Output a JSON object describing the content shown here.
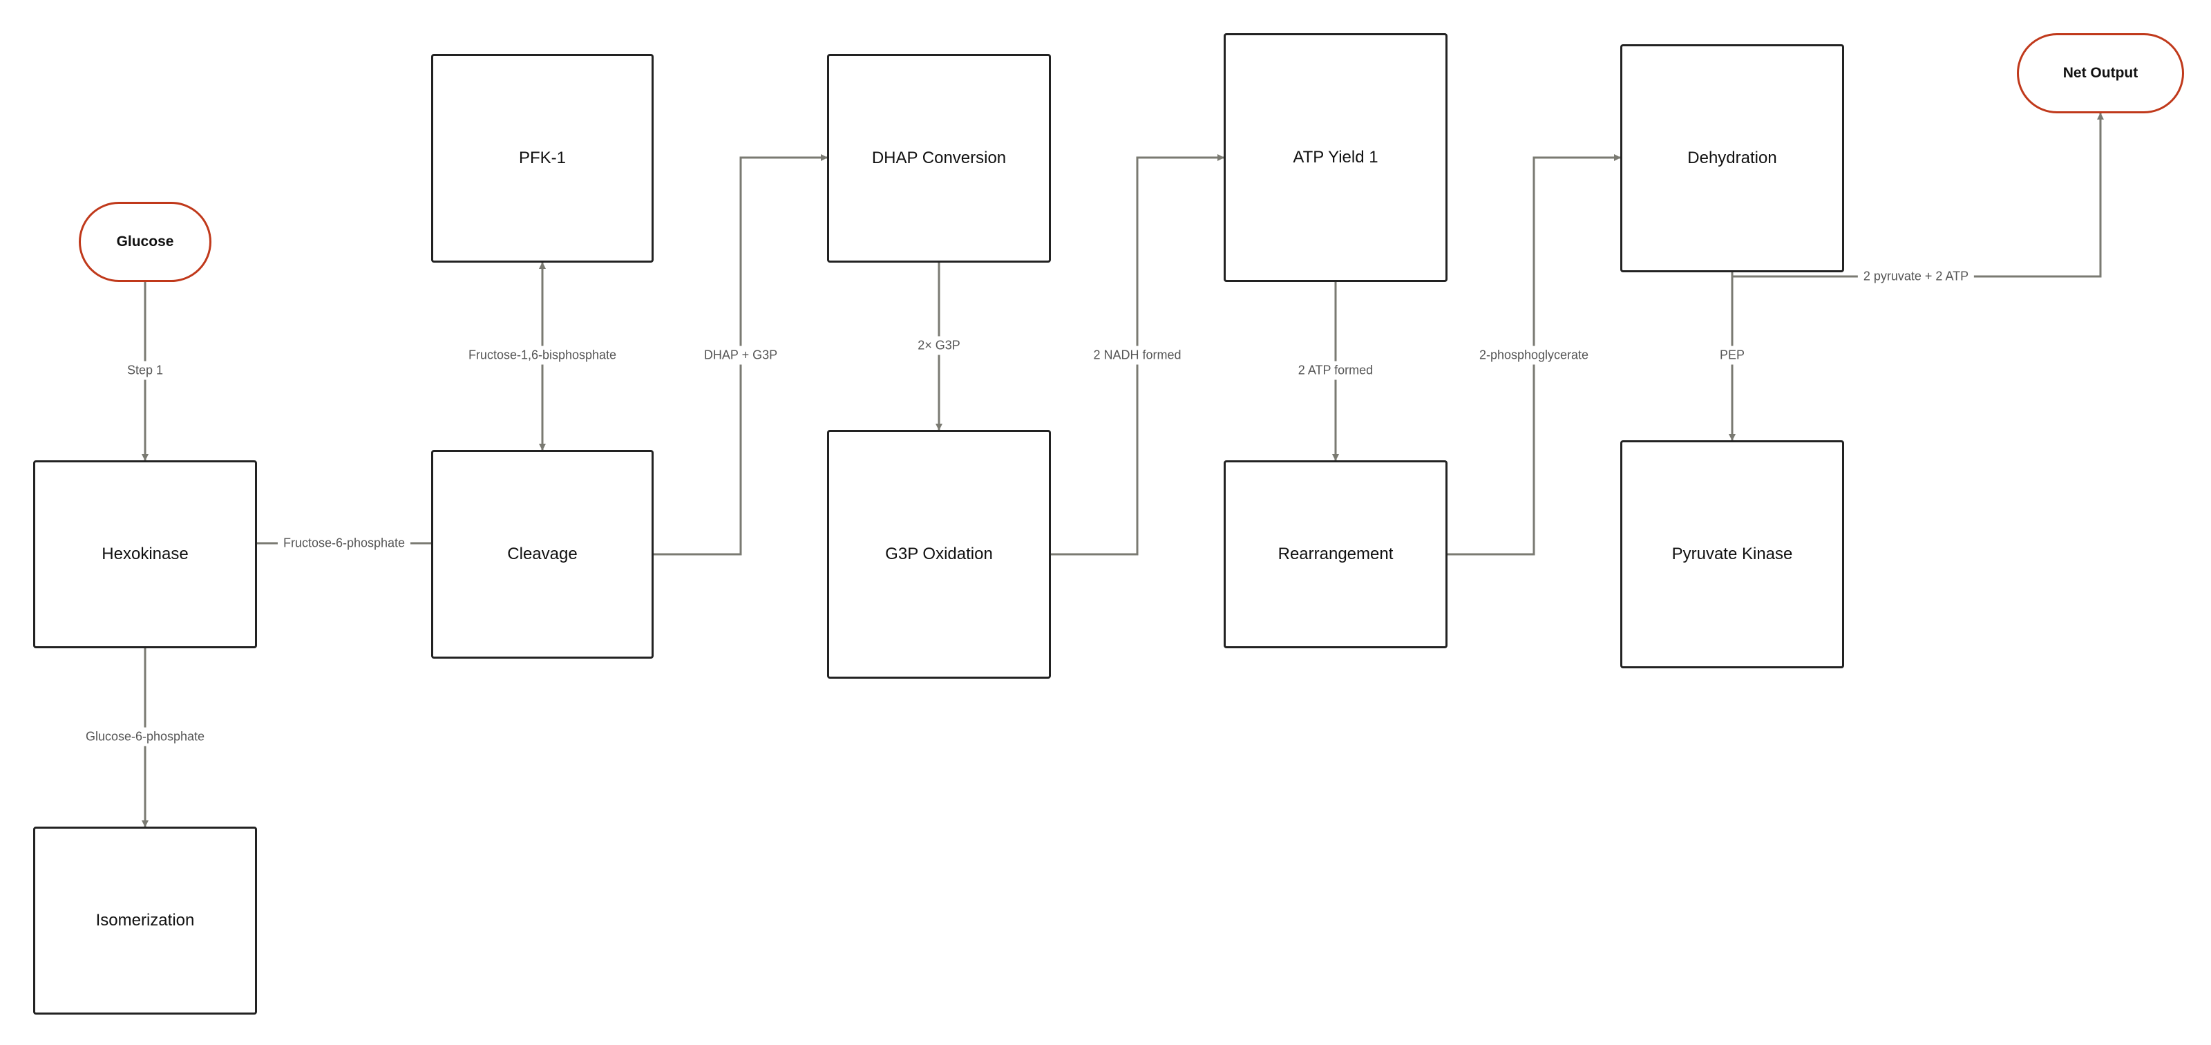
{
  "colors": {
    "terminal_border": "#c0391b",
    "box_border": "#222222",
    "connector": "#7a7a72",
    "label_text": "#555555"
  },
  "nodes": {
    "glucose": "Glucose",
    "hexokinase": "Hexokinase",
    "isomerization": "Isomerization",
    "pfk1": "PFK-1",
    "cleavage": "Cleavage",
    "dhap_conversion": "DHAP Conversion",
    "g3p_oxidation": "G3P Oxidation",
    "atp_yield_1": "ATP Yield 1",
    "rearrangement": "Rearrangement",
    "dehydration": "Dehydration",
    "pyruvate_kinase": "Pyruvate Kinase",
    "net_output": "Net Output"
  },
  "edges": {
    "step1": "Step 1",
    "glucose_6_phosphate": "Glucose-6-phosphate",
    "fructose_6_phosphate": "Fructose-6-phosphate",
    "fructose_16_bisphosphate": "Fructose-1,6-bisphosphate",
    "dhap_g3p": "DHAP + G3P",
    "two_g3p": "2× G3P",
    "two_nadh": "2 NADH formed",
    "two_atp": "2 ATP formed",
    "two_phosphoglycerate": "2-phosphoglycerate",
    "pep": "PEP",
    "pyruvate_atp": "2 pyruvate + 2 ATP"
  }
}
